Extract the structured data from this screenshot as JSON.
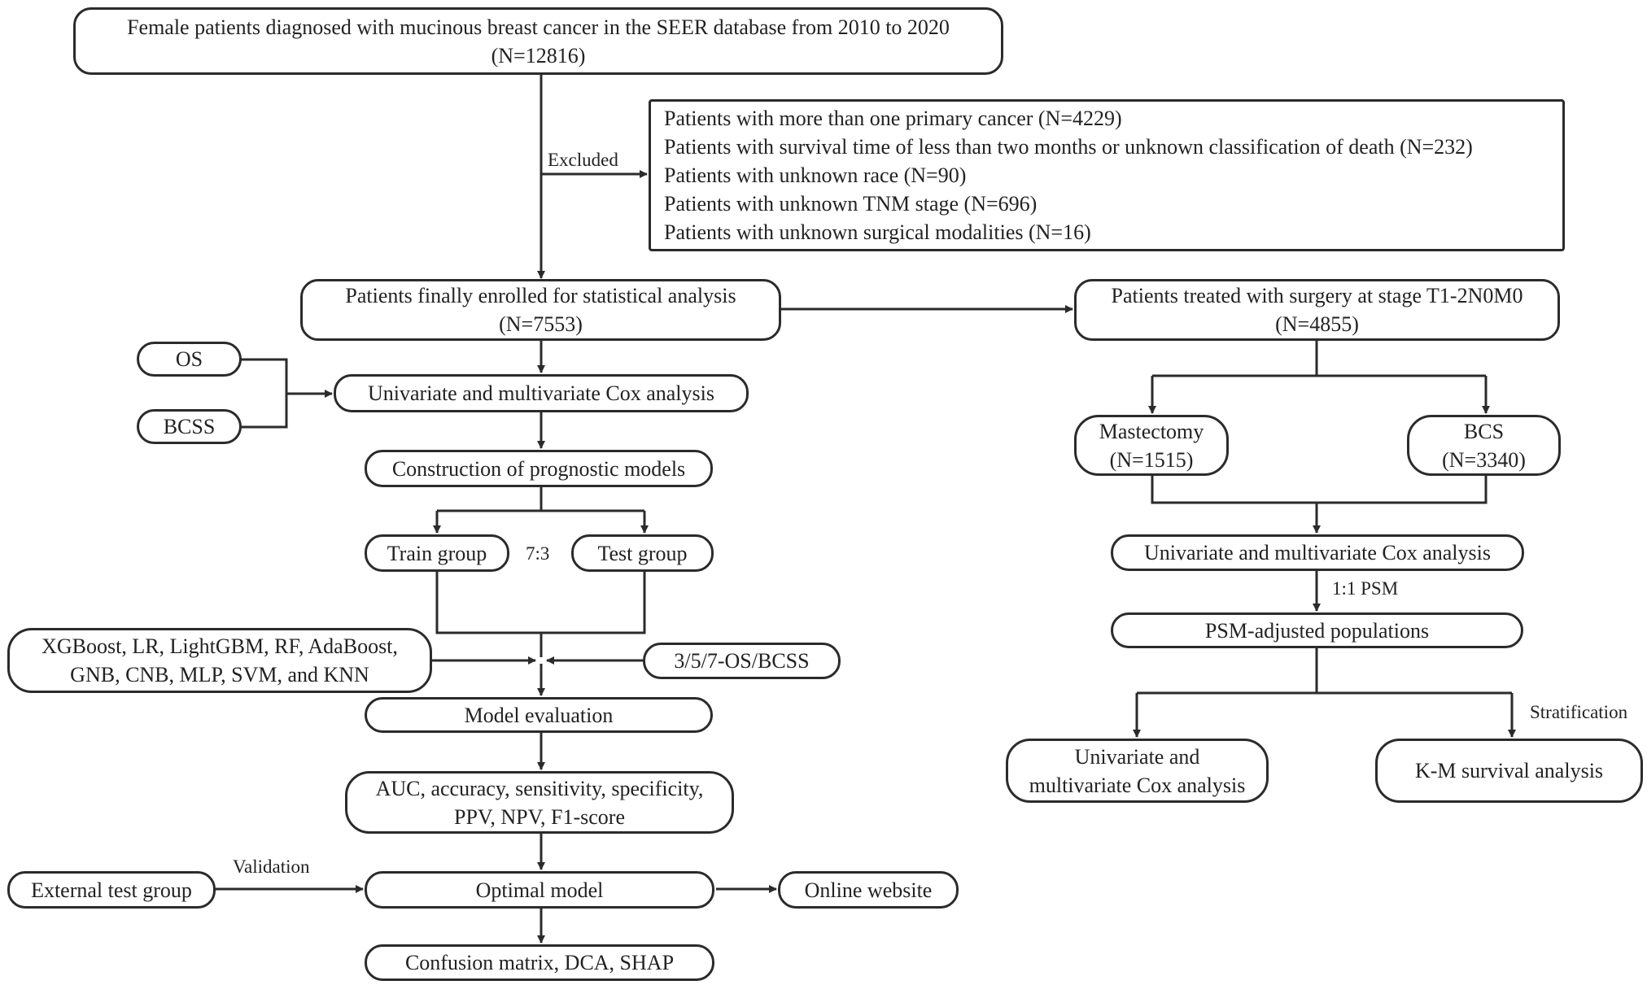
{
  "top": {
    "title": "Female patients diagnosed with mucinous breast cancer in the SEER database from 2010 to 2020",
    "count": "(N=12816)"
  },
  "excluded": {
    "label": "Excluded",
    "items": [
      "Patients with more than one primary cancer (N=4229)",
      "Patients with survival time of less than two months or unknown classification of death (N=232)",
      "Patients with unknown race (N=90)",
      "Patients with unknown TNM stage (N=696)",
      "Patients with unknown surgical modalities (N=16)"
    ]
  },
  "enrolled": {
    "title": "Patients finally enrolled for statistical analysis",
    "count": "(N=7553)"
  },
  "surgery": {
    "title": "Patients treated with surgery at stage T1-2N0M0",
    "count": "(N=4855)"
  },
  "left": {
    "os": "OS",
    "bcss": "BCSS",
    "cox": "Univariate and multivariate Cox analysis",
    "construction": "Construction of prognostic models",
    "train": "Train group",
    "ratio": "7:3",
    "test": "Test group",
    "algorithms_line1": "XGBoost, LR, LightGBM, RF, AdaBoost,",
    "algorithms_line2": "GNB, CNB, MLP, SVM, and KNN",
    "endpoints": "3/5/7-OS/BCSS",
    "evaluation": "Model evaluation",
    "metrics_line1": "AUC, accuracy, sensitivity, specificity,",
    "metrics_line2": "PPV, NPV, F1-score",
    "external": "External test group",
    "validation": "Validation",
    "optimal": "Optimal model",
    "website": "Online website",
    "outputs": "Confusion matrix, DCA, SHAP"
  },
  "right": {
    "mastectomy_title": "Mastectomy",
    "mastectomy_count": "(N=1515)",
    "bcs_title": "BCS",
    "bcs_count": "(N=3340)",
    "cox": "Univariate and multivariate Cox analysis",
    "psm_label": "1:1 PSM",
    "psm": "PSM-adjusted populations",
    "stratification": "Stratification",
    "cox2_line1": "Univariate and",
    "cox2_line2": "multivariate Cox analysis",
    "km": "K-M survival analysis"
  }
}
